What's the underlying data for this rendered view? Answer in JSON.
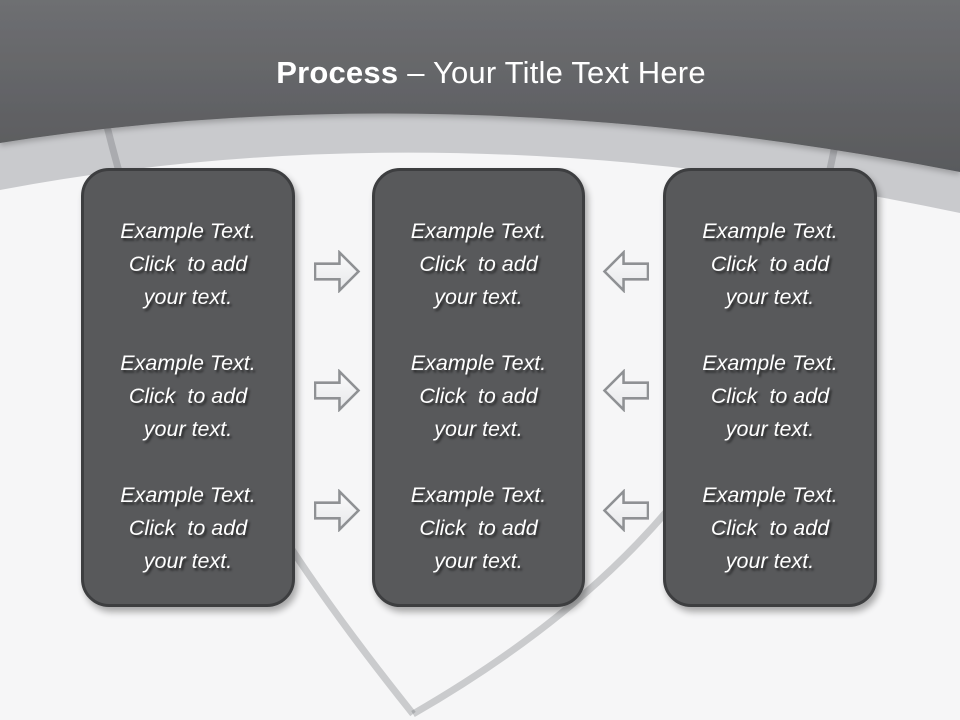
{
  "title": {
    "bold": "Process",
    "rest": "– Your Title Text Here"
  },
  "boxes": [
    {
      "id": "left",
      "paragraphs": [
        "Example Text.\nClick  to add\nyour text.",
        "Example Text.\nClick  to add\nyour text.",
        "Example Text.\nClick  to add\nyour text."
      ]
    },
    {
      "id": "middle",
      "paragraphs": [
        "Example Text.\nClick  to add\nyour text.",
        "Example Text.\nClick  to add\nyour text.",
        "Example Text.\nClick  to add\nyour text."
      ]
    },
    {
      "id": "right",
      "paragraphs": [
        "Example Text.\nClick  to add\nyour text.",
        "Example Text.\nClick  to add\nyour text.",
        "Example Text.\nClick  to add\nyour text."
      ]
    }
  ],
  "arrows": {
    "left_to_middle": {
      "direction": "right",
      "count": 3
    },
    "right_to_middle": {
      "direction": "left",
      "count": 3
    }
  },
  "theme": {
    "header_dark_top": "#6e6f72",
    "header_dark_bottom": "#595a5d",
    "band_color": "#c9cacd",
    "body_bg": "#f6f6f7",
    "box_fill": "#58595b",
    "box_border": "#3d3e40",
    "box_text": "#ffffff",
    "arrow_fill_top": "#fbfbfc",
    "arrow_fill_bottom": "#e7e8ea",
    "arrow_stroke": "#8f9194",
    "title_color": "#ffffff"
  }
}
